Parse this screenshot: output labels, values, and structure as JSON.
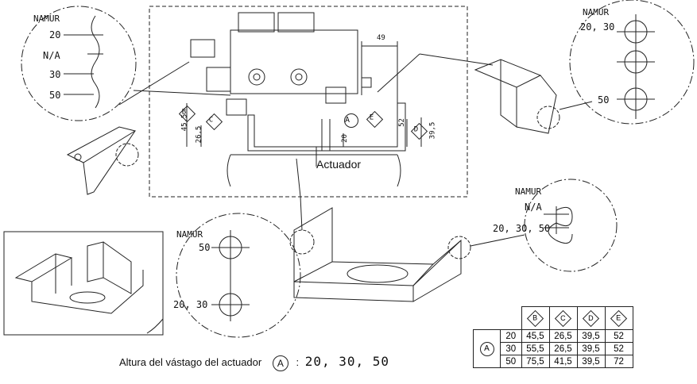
{
  "title": "Actuador",
  "zoom_top_left": {
    "header": "NAMUR",
    "labels": [
      "20",
      "N/A",
      "30",
      "50"
    ]
  },
  "zoom_top_right": {
    "header": "NAMUR",
    "labels": [
      "20, 30",
      "50"
    ]
  },
  "zoom_mid_right": {
    "header": "NAMUR",
    "labels": [
      "N/A",
      "20, 30, 50"
    ]
  },
  "zoom_bottom_left": {
    "header": "NAMUR",
    "labels": [
      "50",
      "20, 30"
    ]
  },
  "dims": {
    "width_49": "49",
    "d45": "45,5",
    "d26": "26,5",
    "d20": "20",
    "d52": "52",
    "d39": "39,5"
  },
  "markers": {
    "A": "A",
    "B": "B",
    "C": "C",
    "D": "D",
    "E": "E"
  },
  "caption": {
    "text": "Altura del vástago del actuador",
    "symbol": "A",
    "colon": ":",
    "values": "20, 30, 50"
  },
  "table": {
    "row_symbol": "A",
    "headers": [
      "B",
      "C",
      "D",
      "E"
    ],
    "rows": [
      {
        "h": "20",
        "cells": [
          "45,5",
          "26,5",
          "39,5",
          "52"
        ]
      },
      {
        "h": "30",
        "cells": [
          "55,5",
          "26,5",
          "39,5",
          "52"
        ]
      },
      {
        "h": "50",
        "cells": [
          "75,5",
          "41,5",
          "39,5",
          "72"
        ]
      }
    ]
  }
}
